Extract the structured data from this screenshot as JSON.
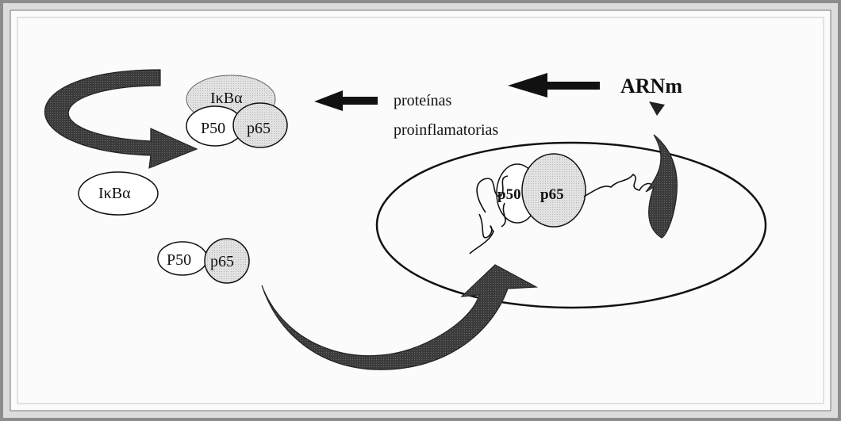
{
  "labels": {
    "ikba_top": "IκBα",
    "p50_top": "P50",
    "p65_top": "p65",
    "ikba_free": "IκBα",
    "p50_free": "P50",
    "p65_free": "p65",
    "p50_nucleus": "p50",
    "p65_nucleus": "p65",
    "proteinas": "proteínas",
    "proinflamatorias": "proinflamatorias",
    "arnm": "ARNm"
  },
  "colors": {
    "arrow_fill": "#3a3a3a",
    "shaded_fill": "#d6d6d6",
    "stroke": "#111111",
    "border": "#8a8a8a",
    "background": "#fbfbfb"
  }
}
